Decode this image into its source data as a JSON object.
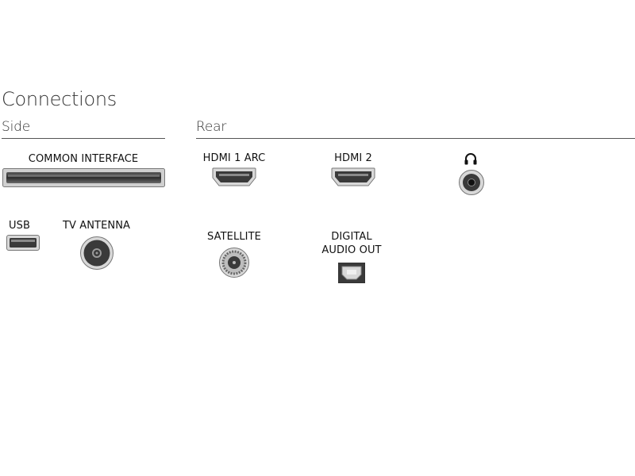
{
  "title": "Connections",
  "sections": {
    "side": "Side",
    "rear": "Rear"
  },
  "ports": {
    "common_interface": "COMMON INTERFACE",
    "usb": "USB",
    "tv_antenna": "TV ANTENNA",
    "hdmi1": "HDMI 1 ARC",
    "hdmi2": "HDMI 2",
    "satellite": "SATELLITE",
    "digital_audio_line1": "DIGITAL",
    "digital_audio_line2": "AUDIO OUT"
  },
  "colors": {
    "port_dark": "#3a3a3a",
    "port_mid": "#8a8a8a",
    "port_light": "#d8d8d8",
    "rule": "#555555"
  },
  "icons": {
    "headphone": "headphone-icon"
  }
}
